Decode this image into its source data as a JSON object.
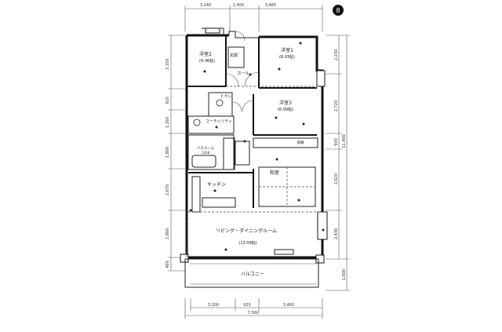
{
  "badge": {
    "label": "8"
  },
  "rooms": {
    "western2": {
      "name": "洋室2",
      "area": "(4.36帖)"
    },
    "entrance": {
      "name": "玄関"
    },
    "western1": {
      "name": "洋室1",
      "area": "(6.03帖)"
    },
    "hall": {
      "name": "ホール"
    },
    "toilet": {
      "name": "トイレ"
    },
    "western3": {
      "name": "洋室3",
      "area": "(6.09帖)"
    },
    "utility": {
      "name": "ユーティリティ"
    },
    "bathroom": {
      "name": "バスルーム",
      "size": "1418"
    },
    "storage": {
      "name": "収納"
    },
    "japanese": {
      "name": "和室"
    },
    "kitchen": {
      "name": "キッチン"
    },
    "ldk": {
      "name": "リビング・ダイニングルーム",
      "area": "(13.09帖)"
    },
    "balcony": {
      "name": "バルコニー"
    }
  },
  "dimensions": {
    "top": [
      "3,240",
      "1,400",
      "3,460"
    ],
    "bottom": [
      "3,200",
      "920",
      "3,460"
    ],
    "bottom_total": "7,560",
    "left": [
      "3,150",
      "920",
      "1,260",
      "1,800",
      "2,670",
      "2,800",
      "400"
    ],
    "right": [
      "2,230",
      "2,720",
      "930",
      "2,620",
      "2,430"
    ],
    "right_total": "11,400",
    "right_bottom": "1,600"
  }
}
